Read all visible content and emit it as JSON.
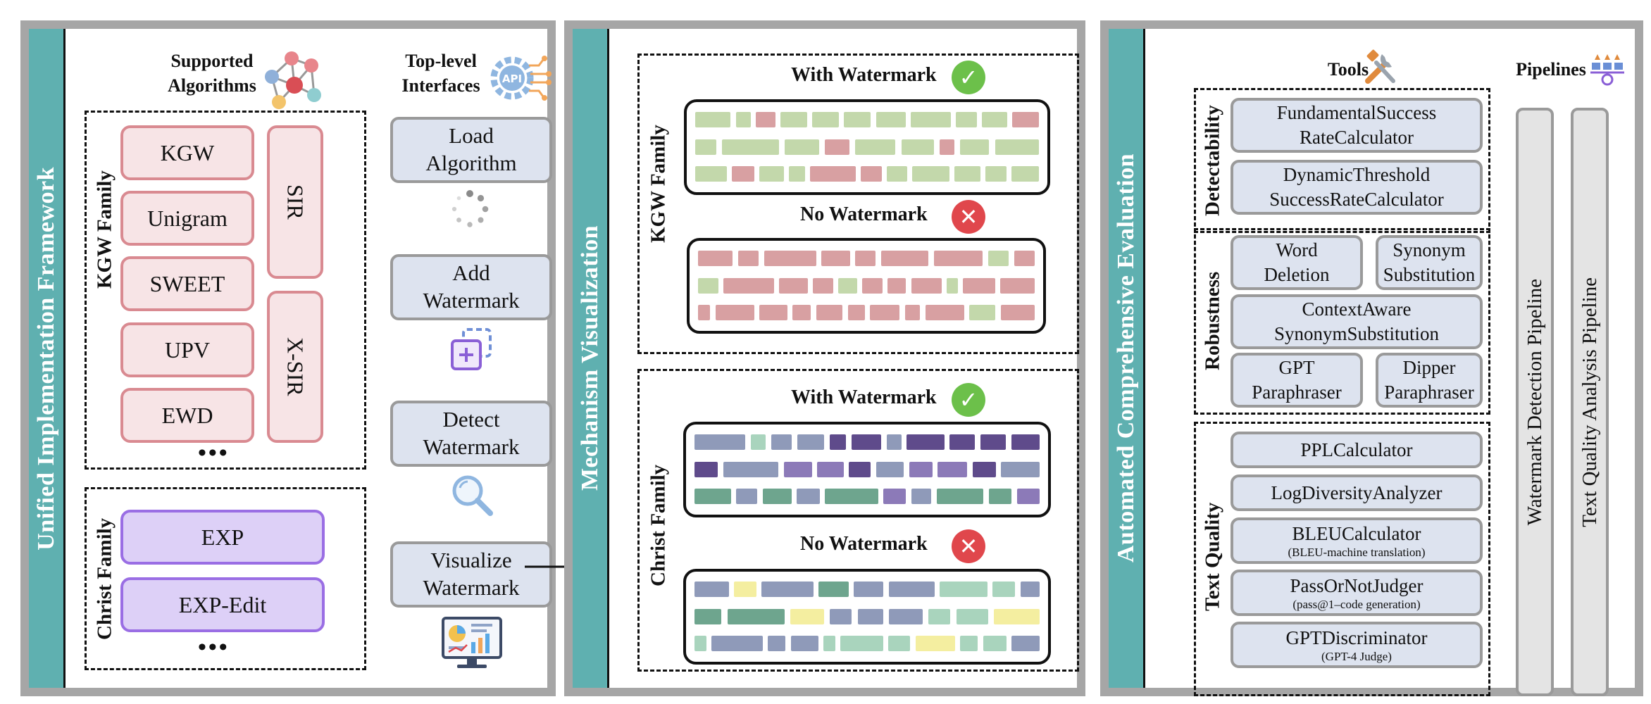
{
  "panel1": {
    "sidebar": "Unified Implementation Framework",
    "supported_title": "Supported\nAlgorithms",
    "interfaces_title": "Top-level\nInterfaces",
    "kgw_family_label": "KGW Family",
    "christ_family_label": "Christ Family",
    "kgw_algorithms": [
      "KGW",
      "Unigram",
      "SWEET",
      "UPV",
      "EWD"
    ],
    "kgw_algorithms_right": [
      "SIR",
      "X-SIR"
    ],
    "christ_algorithms": [
      "EXP",
      "EXP-Edit"
    ],
    "ellipsis": "•••",
    "interfaces": [
      "Load\nAlgorithm",
      "Add\nWatermark",
      "Detect\nWatermark",
      "Visualize\nWatermark"
    ]
  },
  "panel2": {
    "sidebar": "Mechanism Visualization",
    "kgw_family_label": "KGW Family",
    "christ_family_label": "Christ Family",
    "with_watermark": "With Watermark",
    "no_watermark": "No Watermark"
  },
  "panel3": {
    "sidebar": "Automated Comprehensive Evaluation",
    "tools_title": "Tools",
    "pipelines_title": "Pipelines",
    "detectability_label": "Detectability",
    "robustness_label": "Robustness",
    "text_quality_label": "Text Quality",
    "detectability_tools": [
      "FundamentalSuccess\nRateCalculator",
      "DynamicThreshold\nSuccessRateCalculator"
    ],
    "robustness_tools": [
      "Word\nDeletion",
      "Synonym\nSubstitution",
      "ContextAware\nSynonymSubstitution",
      "GPT\nParaphraser",
      "Dipper\nParaphraser"
    ],
    "text_quality_tools": [
      {
        "name": "PPLCalculator",
        "note": ""
      },
      {
        "name": "LogDiversityAnalyzer",
        "note": ""
      },
      {
        "name": "BLEUCalculator",
        "note": "(BLEU-machine translation)"
      },
      {
        "name": "PassOrNotJudger",
        "note": "(pass@1–code generation)"
      },
      {
        "name": "GPTDiscriminator",
        "note": "(GPT-4 Judge)"
      }
    ],
    "pipelines": [
      "Watermark Detection Pipeline",
      "Text Quality Analysis Pipeline"
    ]
  },
  "colors": {
    "panel_border": "#a6a6a6",
    "sidebar": "#5fb0b0",
    "kgw_algo_fill": "#f7e4e6",
    "kgw_algo_border": "#d98a91",
    "christ_algo_fill": "#ddd0f7",
    "christ_algo_border": "#9a6ee4",
    "interface_fill": "#dde3ef",
    "kgw_green_token": "#c3d8ab",
    "kgw_red_token": "#d8a0a2",
    "christ_token_blue": "#8f9ab9",
    "christ_token_purple": "#5f4b8b",
    "christ_token_green": "#6ea58e",
    "christ_token_yellow": "#f4eea0",
    "check_badge": "#6cc04a",
    "cross_badge": "#e0474c"
  },
  "icons": [
    "network-graph-icon",
    "api-gear-icon",
    "loading-spinner-icon",
    "add-document-icon",
    "magnifier-icon",
    "dashboard-monitor-icon",
    "check-badge-icon",
    "cross-badge-icon",
    "tools-wrench-icon",
    "pipeline-flow-icon"
  ]
}
